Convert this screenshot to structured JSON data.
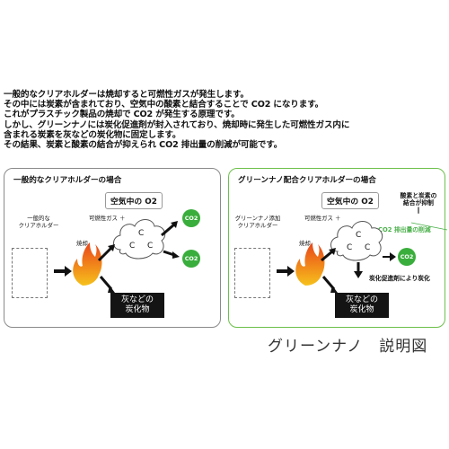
{
  "intro": [
    "一般的なクリアホルダーは焼却すると可燃性ガスが発生します。",
    "その中には炭素が含まれており、空気中の酸素と結合することで CO2 になります。",
    "これがプラスチック製品の焼却で CO2 が発生する原理です。",
    "しかし、グリーンナノには炭化促進剤が封入されており、焼却時に発生した可燃性ガス内に",
    "含まれる炭素を灰などの炭化物に固定します。",
    "その結果、炭素と酸素の結合が抑えられ CO2 排出量の削減が可能です。"
  ],
  "left_panel": {
    "title": "一般的なクリアホルダーの場合",
    "air": "空気中の O2",
    "holder_label": [
      "一般的な",
      "クリアホルダー"
    ],
    "burn": "焼却",
    "gas": "可燃性ガス ＋",
    "carbon": "C",
    "co2": "CO2",
    "ash": [
      "灰などの",
      "炭化物"
    ]
  },
  "right_panel": {
    "title": "グリーンナノ配合クリアホルダーの場合",
    "air": "空気中の O2",
    "holder_label": [
      "グリーンナノ添加",
      "クリアホルダー"
    ],
    "burn": "焼却",
    "gas": "可燃性ガス ＋",
    "carbon": "C",
    "suppressed": [
      "酸素と炭素の",
      "結合が抑制"
    ],
    "equals": "‖",
    "reduction": "CO2 排出量の削減",
    "co2": "CO2",
    "carbonize": "炭化促進剤により炭化",
    "ash": [
      "灰などの",
      "炭化物"
    ]
  },
  "caption": "グリーンナノ　説明図",
  "colors": {
    "green": "#3aae3c",
    "panel_border_left": "#8a8a8a",
    "panel_border_right": "#6cc04a",
    "ash_box": "#141414"
  }
}
